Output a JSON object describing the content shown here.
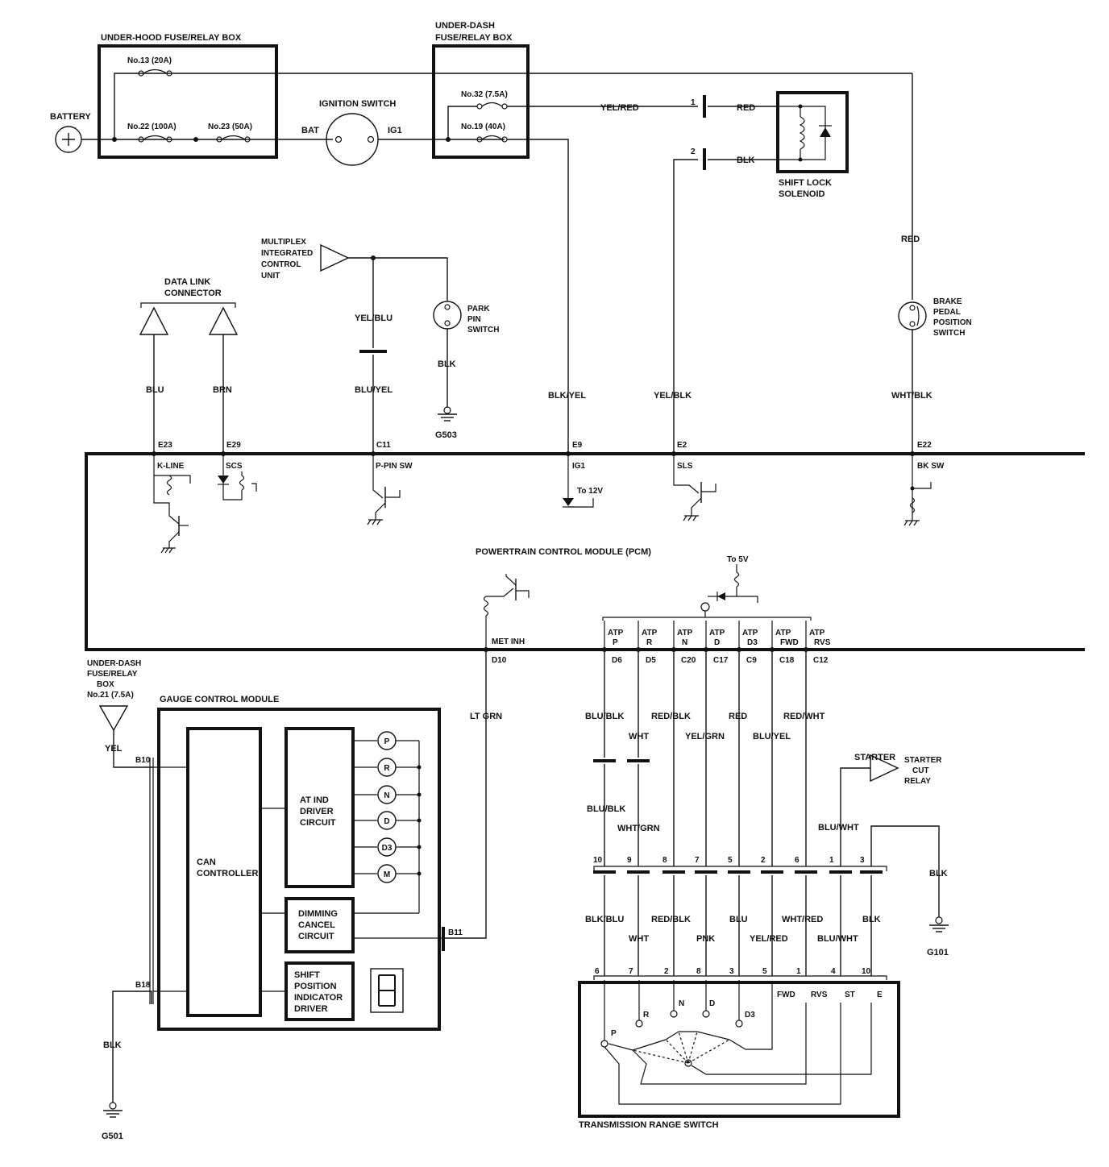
{
  "fuse_boxes": {
    "under_hood": "UNDER-HOOD FUSE/RELAY BOX",
    "under_dash_l1": "UNDER-DASH",
    "under_dash_l2": "FUSE/RELAY BOX",
    "fuse_13": "No.13 (20A)",
    "fuse_22": "No.22 (100A)",
    "fuse_23": "No.23 (50A)",
    "fuse_32": "No.32 (7.5A)",
    "fuse_19": "No.19 (40A)",
    "ud2_l1": "UNDER-DASH",
    "ud2_l2": "FUSE/RELAY",
    "ud2_l3": "BOX",
    "ud2_l4": "No.21 (7.5A)"
  },
  "components": {
    "battery": "BATTERY",
    "ignition_switch": "IGNITION SWITCH",
    "bat": "BAT",
    "ig1": "IG1",
    "shift_lock_l1": "SHIFT LOCK",
    "shift_lock_l2": "SOLENOID",
    "micu_l1": "MULTIPLEX",
    "micu_l2": "INTEGRATED",
    "micu_l3": "CONTROL",
    "micu_l4": "UNIT",
    "park_l1": "PARK",
    "park_l2": "PIN",
    "park_l3": "SWITCH",
    "dlc_l1": "DATA LINK",
    "dlc_l2": "CONNECTOR",
    "brake_l1": "BRAKE",
    "brake_l2": "PEDAL",
    "brake_l3": "POSITION",
    "brake_l4": "SWITCH",
    "pcm": "POWERTRAIN CONTROL MODULE (PCM)",
    "gcm": "GAUGE CONTROL MODULE",
    "can_l1": "CAN",
    "can_l2": "CONTROLLER",
    "atind_l1": "AT IND",
    "atind_l2": "DRIVER",
    "atind_l3": "CIRCUIT",
    "dim_l1": "DIMMING",
    "dim_l2": "CANCEL",
    "dim_l3": "CIRCUIT",
    "spi_l1": "SHIFT",
    "spi_l2": "POSITION",
    "spi_l3": "INDICATOR",
    "spi_l4": "DRIVER",
    "starter_l1": "STARTER",
    "starter_l2": "CUT",
    "starter_l3": "RELAY",
    "trs": "TRANSMISSION RANGE SWITCH",
    "to12v": "To 12V",
    "to5v": "To 5V"
  },
  "indicators": [
    "P",
    "R",
    "N",
    "D",
    "D3",
    "M"
  ],
  "wires": {
    "yel_red": "YEL/RED",
    "red": "RED",
    "blk": "BLK",
    "red_brake": "RED",
    "yel_blu": "YEL/BLU",
    "blu_yel": "BLU/YEL",
    "blk_park": "BLK",
    "blu": "BLU",
    "brn": "BRN",
    "blk_yel": "BLK/YEL",
    "yel_blk": "YEL/BLK",
    "wht_blk": "WHT/BLK",
    "lt_grn": "LT GRN",
    "yel": "YEL",
    "blk_gcm": "BLK",
    "blu_wht_sc": "BLU/WHT",
    "blk_g101": "BLK"
  },
  "pcm_pins": [
    {
      "pin": "E23",
      "signal": "K-LINE"
    },
    {
      "pin": "E29",
      "signal": "SCS"
    },
    {
      "pin": "C11",
      "signal": "P-PIN SW"
    },
    {
      "pin": "E9",
      "signal": "IG1"
    },
    {
      "pin": "E2",
      "signal": "SLS"
    },
    {
      "pin": "E22",
      "signal": "BK SW"
    }
  ],
  "pcm_bottom": {
    "met_inh": "MET INH",
    "d10": "D10",
    "atp": [
      {
        "l1": "ATP",
        "l2": "P",
        "pin": "D6"
      },
      {
        "l1": "ATP",
        "l2": "R",
        "pin": "D5"
      },
      {
        "l1": "ATP",
        "l2": "N",
        "pin": "C20"
      },
      {
        "l1": "ATP",
        "l2": "D",
        "pin": "C17"
      },
      {
        "l1": "ATP",
        "l2": "D3",
        "pin": "C9"
      },
      {
        "l1": "ATP",
        "l2": "FWD",
        "pin": "C18"
      },
      {
        "l1": "ATP",
        "l2": "RVS",
        "pin": "C12"
      }
    ]
  },
  "atp_wires_upper": [
    "BLU/BLK",
    "WHT",
    "RED/BLK",
    "YEL/GRN",
    "RED",
    "BLU/YEL",
    "RED/WHT"
  ],
  "atp_wires_mid": [
    "BLU/BLK",
    "WHT/GRN"
  ],
  "connector_top_pins": [
    "10",
    "9",
    "8",
    "7",
    "5",
    "2",
    "6",
    "1",
    "3"
  ],
  "lower_wires": [
    "BLK/BLU",
    "WHT",
    "RED/BLK",
    "PNK",
    "BLU",
    "YEL/RED",
    "WHT/RED",
    "BLU/WHT",
    "BLK"
  ],
  "trs_pins": [
    "6",
    "7",
    "2",
    "8",
    "3",
    "5",
    "1",
    "4",
    "10"
  ],
  "trs_positions": [
    "P",
    "R",
    "N",
    "D",
    "D3"
  ],
  "trs_labels": [
    "FWD",
    "RVS",
    "ST",
    "E"
  ],
  "gcm_pins": {
    "b10": "B10",
    "b18": "B18",
    "b11": "B11"
  },
  "grounds": {
    "g503": "G503",
    "g501": "G501",
    "g101": "G101"
  }
}
